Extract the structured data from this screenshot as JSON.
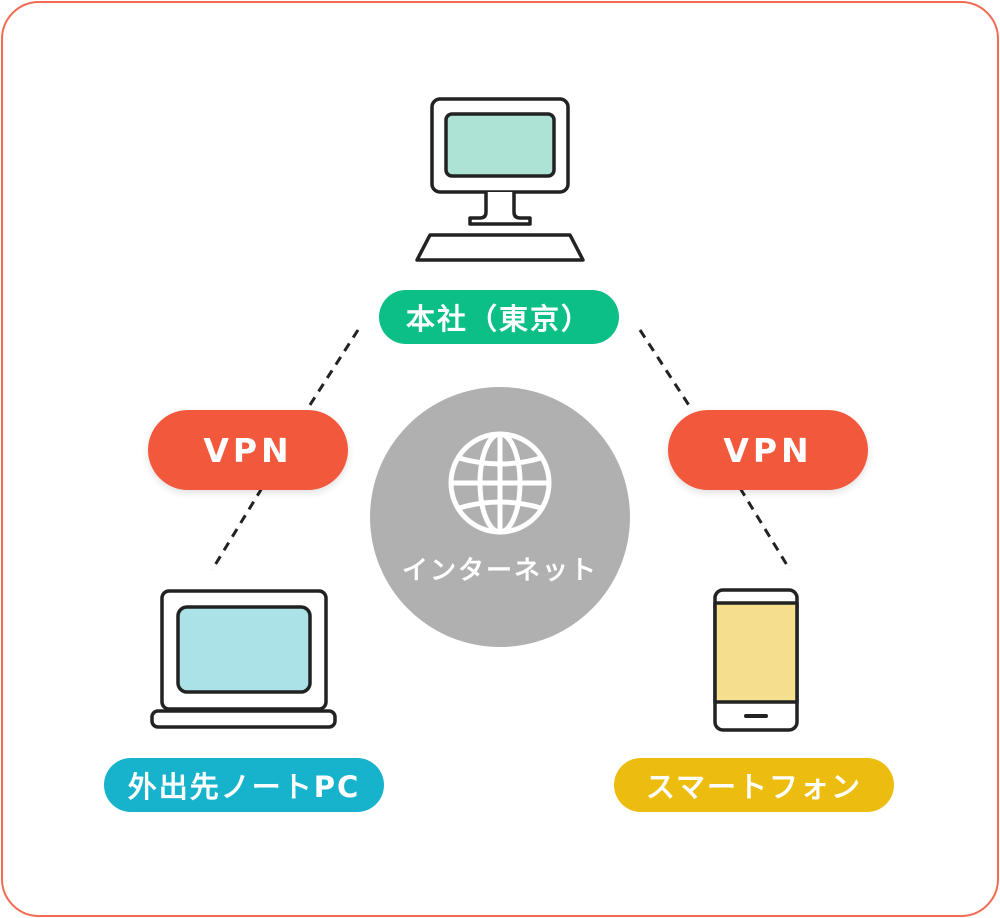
{
  "nodes": {
    "hq": {
      "label": "本社（東京）",
      "color": "#0cbf86"
    },
    "laptop": {
      "label": "外出先ノートPC",
      "color": "#17b3cc"
    },
    "phone": {
      "label": "スマートフォン",
      "color": "#ecbd0f"
    }
  },
  "connections": {
    "left": {
      "label": "VPN"
    },
    "right": {
      "label": "VPN"
    }
  },
  "internet": {
    "label": "インターネット",
    "color": "#b0b0b0"
  },
  "colors": {
    "frame": "#f26a4f",
    "vpn": "#f2583b",
    "monitor_screen": "#ace3d4",
    "laptop_screen": "#abe2e7",
    "phone_screen": "#f5df8e",
    "outline": "#222222"
  },
  "icons": {
    "hq": "desktop-computer-icon",
    "laptop": "laptop-icon",
    "phone": "smartphone-icon",
    "internet": "globe-icon"
  }
}
